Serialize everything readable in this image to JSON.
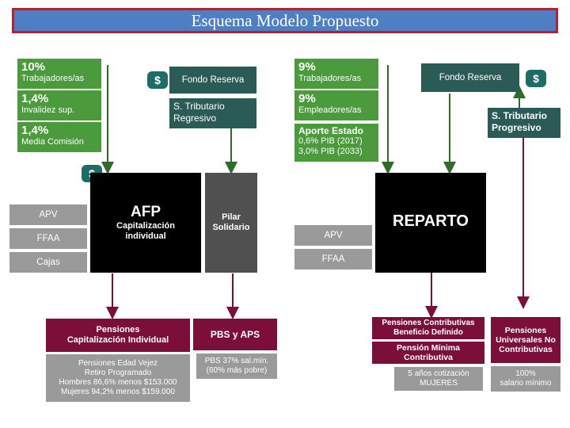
{
  "title": "Esquema Modelo Propuesto",
  "left": {
    "contributions": [
      {
        "pct": "10%",
        "label": "Trabajadores/as"
      },
      {
        "pct": "1,4%",
        "label": "Invalidez sup."
      },
      {
        "pct": "1,4%",
        "label": "Media Comisión"
      }
    ],
    "dollar_top": "$",
    "fondo_reserva": "Fondo Reserva",
    "tributario": [
      "S. Tributario",
      "Regresivo"
    ],
    "dollar_afp": "$",
    "side_items": [
      "APV",
      "FFAA",
      "Cajas"
    ],
    "afp": {
      "title": "AFP",
      "subtitle": [
        "Capitalización",
        "individual"
      ]
    },
    "pilar": [
      "Pilar",
      "Solidario"
    ],
    "pension_ci": [
      "Pensiones",
      "Capitalización Individual"
    ],
    "pension_ci_detail": [
      "Pensiones Edad Vejez",
      "Retiro Programado",
      "Hombres 86,6% menos $153.000",
      "Mujeres 94,2% menos $159.000"
    ],
    "pbs": "PBS y APS",
    "pbs_detail": [
      "PBS 37% sal.mín.",
      "(60% más pobre)"
    ]
  },
  "right": {
    "contributions": [
      {
        "pct": "9%",
        "label": "Trabajadores/as"
      },
      {
        "pct": "9%",
        "label": "Empleadores/as"
      }
    ],
    "aporte": {
      "title": "Aporte Estado",
      "lines": [
        "0,6% PIB (2017)",
        "3,0% PIB (2033)"
      ]
    },
    "fondo_reserva": "Fondo Reserva",
    "dollar": "$",
    "tributario": [
      "S. Tributario",
      "Progresivo"
    ],
    "reparto": "REPARTO",
    "side_items": [
      "APV",
      "FFAA"
    ],
    "pension_contrib": [
      "Pensiones Contributivas",
      "Beneficio Definido"
    ],
    "pension_minima": [
      "Pensión Mínima",
      "Contributiva"
    ],
    "pension_minima_detail": [
      "5 años cotización",
      "MUJERES"
    ],
    "pension_univ": [
      "Pensiones",
      "Universales No",
      "Contributivas"
    ],
    "pension_univ_detail": [
      "100%",
      "salario mínimo"
    ]
  },
  "colors": {
    "title_bg": "#4f7fc3",
    "title_border": "#b8202b",
    "green": "#4b9b3c",
    "teal": "#2a5b57",
    "maroon": "#7b0f3a",
    "gray": "#9a9a9a",
    "arrow_green": "#2f6b2a",
    "arrow_maroon": "#7b0f3a"
  }
}
